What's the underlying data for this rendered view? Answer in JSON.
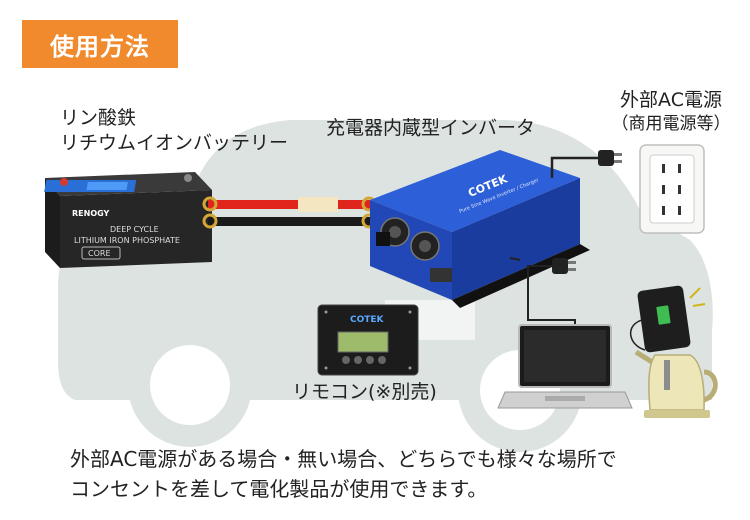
{
  "section_title": "使用方法",
  "battery": {
    "label_line1": "リン酸鉄",
    "label_line2": "リチウムイオンバッテリー",
    "brand": "RENOGY",
    "text_line1": "DEEP CYCLE",
    "text_line2": "LITHIUM IRON PHOSPHATE",
    "model": "CORE"
  },
  "inverter": {
    "label": "充電器内蔵型インバータ",
    "brand": "COTEK",
    "subtitle": "Pure Sine Wave Inverter / Charger"
  },
  "ac_source": {
    "label": "外部AC電源",
    "sublabel": "（商用電源等）"
  },
  "remote": {
    "label": "リモコン(※別売)",
    "brand": "COTEK"
  },
  "caption": {
    "line1": "外部AC電源がある場合・無い場合、どちらでも様々な場所で",
    "line2": "コンセントを差して電化製品が使用できます。"
  },
  "colors": {
    "accent": "#f08a2c",
    "car_silhouette": "#dde3e0",
    "inverter_blue": "#1f47b8",
    "cable_red": "#e0261c",
    "cable_black": "#1a1a1a"
  }
}
